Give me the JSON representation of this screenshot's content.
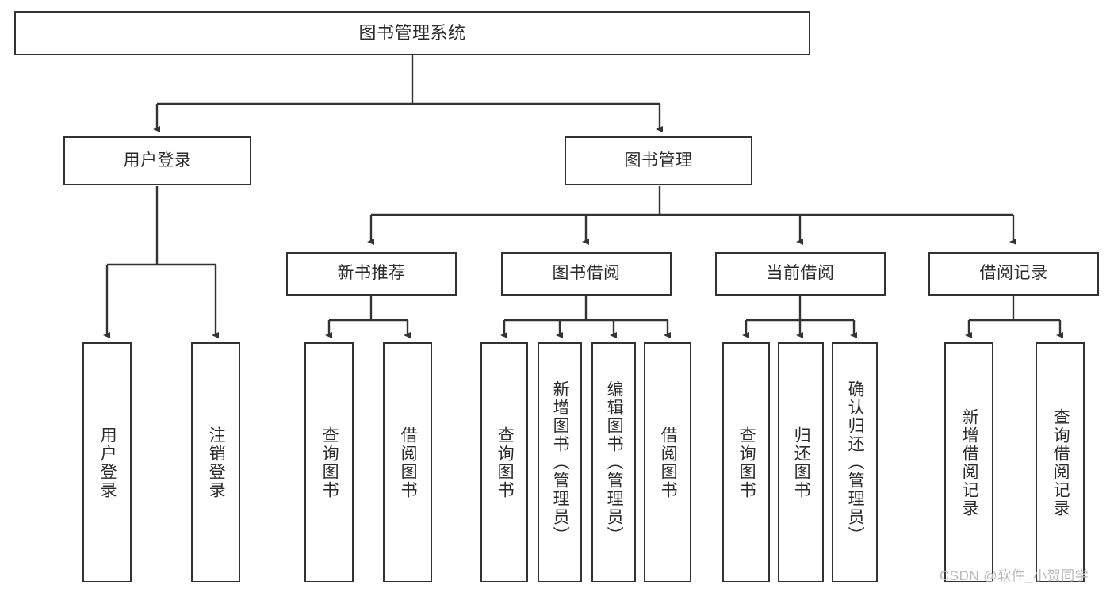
{
  "diagram": {
    "type": "tree",
    "title": "图书管理系统",
    "orientation": "top-down",
    "colors": {
      "node_border": "#333333",
      "node_fill": "#ffffff",
      "text": "#2b2b2b",
      "edge": "#333333",
      "watermark": "#b9b9b9"
    },
    "watermark": "CSDN @软件_小贺同学",
    "nodes": {
      "root": {
        "label": "图书管理系统"
      },
      "level2": [
        {
          "label": "用户登录"
        },
        {
          "label": "图书管理"
        }
      ],
      "level3": [
        {
          "label": "新书推荐"
        },
        {
          "label": "图书借阅"
        },
        {
          "label": "当前借阅"
        },
        {
          "label": "借阅记录"
        }
      ],
      "leaves": {
        "user_login": [
          {
            "label": "用户登录"
          },
          {
            "label": "注销登录"
          }
        ],
        "new_book_recommend": [
          {
            "label": "查询图书"
          },
          {
            "label": "借阅图书"
          }
        ],
        "book_borrow": [
          {
            "label": "查询图书"
          },
          {
            "label": "新增图书（管理员）"
          },
          {
            "label": "编辑图书（管理员）"
          },
          {
            "label": "借阅图书"
          }
        ],
        "current_borrow": [
          {
            "label": "查询图书"
          },
          {
            "label": "归还图书"
          },
          {
            "label": "确认归还（管理员）"
          }
        ],
        "borrow_record": [
          {
            "label": "新增借阅记录"
          },
          {
            "label": "查询借阅记录"
          }
        ]
      }
    }
  }
}
